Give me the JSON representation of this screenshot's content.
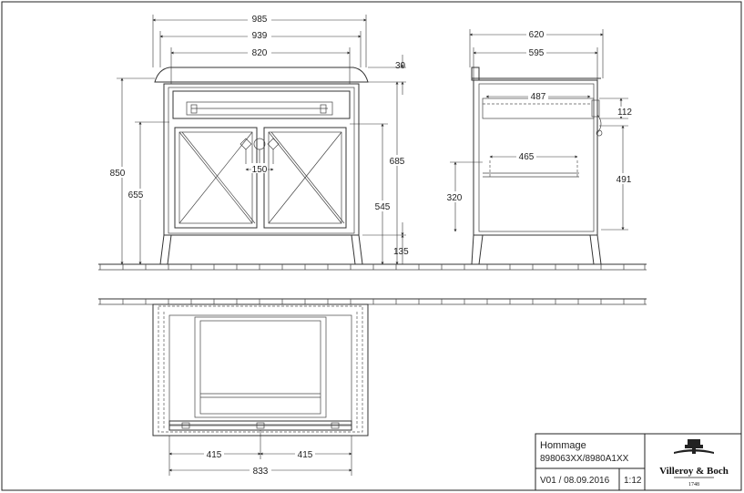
{
  "dimensions": {
    "front": {
      "total_width": "985",
      "body_width": "939",
      "inner_width": "820",
      "top_thickness": "30",
      "total_height": "850",
      "inner_height": "655",
      "side_height": "685",
      "door_height": "545",
      "leg_height": "135",
      "handle_spacing": "150"
    },
    "side": {
      "total_depth": "620",
      "body_depth": "595",
      "drawer_depth": "487",
      "drawer_height": "112",
      "shelf_depth": "465",
      "shelf_height": "320",
      "inner_height": "491"
    },
    "plan": {
      "left_width": "415",
      "right_width": "415",
      "total_width": "833"
    }
  },
  "title_block": {
    "product_name": "Hommage",
    "article_numbers": "898063XX/8980A1XX",
    "version_date": "V01 / 08.09.2016",
    "scale": "1:12",
    "brand": "Villeroy & Boch",
    "brand_year": "1748"
  }
}
